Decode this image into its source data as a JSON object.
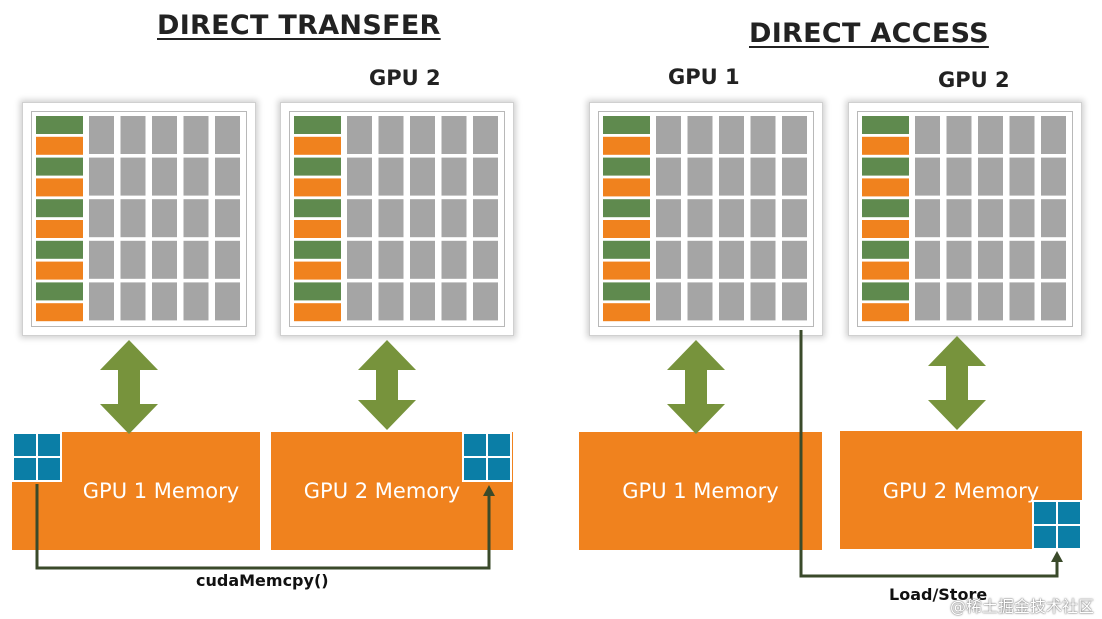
{
  "left": {
    "title": "DIRECT TRANSFER",
    "gpu2_label": "GPU 2",
    "mem1_label": "GPU 1 Memory",
    "mem2_label": "GPU 2 Memory",
    "copy_label": "cudaMemcpy()"
  },
  "right": {
    "title": "DIRECT ACCESS",
    "gpu1_label": "GPU 1",
    "gpu2_label": "GPU 2",
    "mem1_label": "GPU 1 Memory",
    "mem2_label": "GPU 2 Memory",
    "access_label": "Load/Store"
  },
  "watermark": "@稀土掘金技术社区",
  "colors": {
    "orange": "#f0821e",
    "green_cell": "#5f8a4e",
    "grey_cell": "#a5a5a5",
    "arrow_green": "#77933c",
    "block_blue": "#0b7ea6",
    "line_dark": "#3a4a2a"
  }
}
